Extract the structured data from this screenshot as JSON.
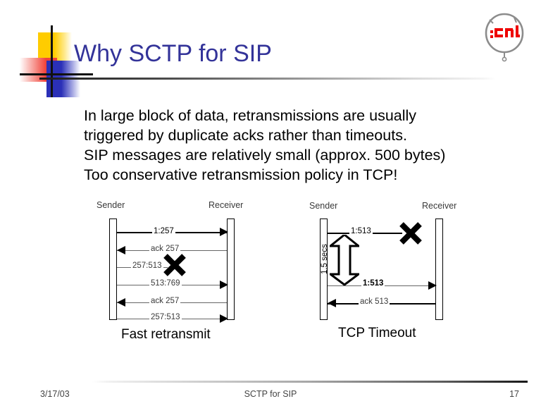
{
  "slide": {
    "title": "Why SCTP for SIP",
    "logo": {
      "text": "cnl",
      "color": "#ee0000",
      "ring_color": "#8c8c8c"
    },
    "accent_colors": {
      "title": "#333399",
      "yellow_square": "#FFCC00",
      "red_square": "#F0433A",
      "blue_square": "#2B30B7"
    }
  },
  "body": {
    "lines": [
      "In large block of data, retransmissions are usually",
      "triggered by duplicate acks rather than timeouts.",
      "SIP messages are relatively small (approx. 500 bytes)",
      "Too conservative retransmission policy in TCP!"
    ]
  },
  "diagrams": [
    {
      "caption": "Fast retransmit",
      "sender_label": "Sender",
      "receiver_label": "Receiver",
      "messages": [
        {
          "label": "1:257",
          "direction": "right",
          "delivered": true,
          "emphasis": "bold"
        },
        {
          "label": "ack 257",
          "direction": "left",
          "delivered": true,
          "emphasis": "normal"
        },
        {
          "label": "257:513",
          "direction": "right",
          "delivered": false,
          "emphasis": "normal"
        },
        {
          "label": "513:769",
          "direction": "right",
          "delivered": true,
          "emphasis": "normal"
        },
        {
          "label": "ack 257",
          "direction": "left",
          "delivered": true,
          "emphasis": "normal"
        },
        {
          "label": "257:513",
          "direction": "right",
          "delivered": true,
          "emphasis": "normal"
        }
      ]
    },
    {
      "caption": "TCP Timeout",
      "sender_label": "Sender",
      "receiver_label": "Receiver",
      "timer_label": "1.5 secs",
      "messages": [
        {
          "label": "1:513",
          "direction": "right",
          "delivered": false,
          "emphasis": "bold"
        },
        {
          "label": "1:513",
          "direction": "right",
          "delivered": true,
          "emphasis": "bold"
        },
        {
          "label": "ack 513",
          "direction": "left",
          "delivered": true,
          "emphasis": "normal"
        }
      ]
    }
  ],
  "footer": {
    "date": "3/17/03",
    "center": "SCTP for SIP",
    "page_number": "17"
  }
}
